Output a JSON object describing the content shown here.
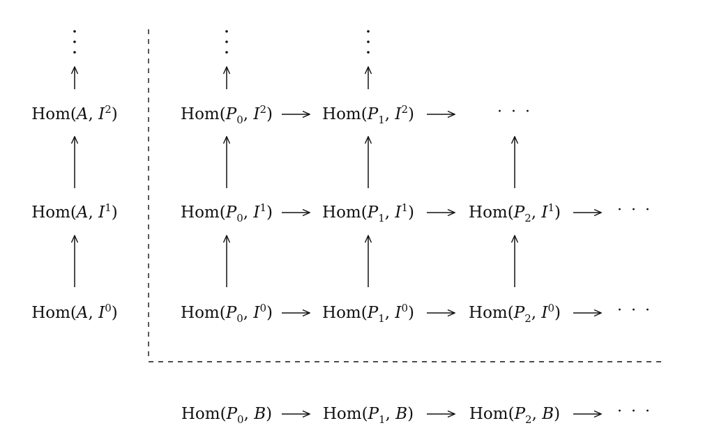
{
  "diagram": {
    "column_a": [
      {
        "row": 2,
        "label": [
          {
            "t": "Hom("
          },
          {
            "t": "A",
            "it": true
          },
          {
            "t": ", "
          },
          {
            "t": "I",
            "it": true
          },
          {
            "t": "2",
            "sup": true
          },
          {
            "t": ")"
          }
        ]
      },
      {
        "row": 1,
        "label": [
          {
            "t": "Hom("
          },
          {
            "t": "A",
            "it": true
          },
          {
            "t": ", "
          },
          {
            "t": "I",
            "it": true
          },
          {
            "t": "1",
            "sup": true
          },
          {
            "t": ")"
          }
        ]
      },
      {
        "row": 0,
        "label": [
          {
            "t": "Hom("
          },
          {
            "t": "A",
            "it": true
          },
          {
            "t": ", "
          },
          {
            "t": "I",
            "it": true
          },
          {
            "t": "0",
            "sup": true
          },
          {
            "t": ")"
          }
        ]
      }
    ],
    "grid_rows": [
      {
        "row": 2,
        "cells": [
          [
            {
              "t": "Hom("
            },
            {
              "t": "P",
              "it": true
            },
            {
              "t": "0",
              "sub": true
            },
            {
              "t": ", "
            },
            {
              "t": "I",
              "it": true
            },
            {
              "t": "2",
              "sup": true
            },
            {
              "t": ")"
            }
          ],
          [
            {
              "t": "Hom("
            },
            {
              "t": "P",
              "it": true
            },
            {
              "t": "1",
              "sub": true
            },
            {
              "t": ", "
            },
            {
              "t": "I",
              "it": true
            },
            {
              "t": "2",
              "sup": true
            },
            {
              "t": ")"
            }
          ]
        ],
        "trailing_dots": "· · ·"
      },
      {
        "row": 1,
        "cells": [
          [
            {
              "t": "Hom("
            },
            {
              "t": "P",
              "it": true
            },
            {
              "t": "0",
              "sub": true
            },
            {
              "t": ", "
            },
            {
              "t": "I",
              "it": true
            },
            {
              "t": "1",
              "sup": true
            },
            {
              "t": ")"
            }
          ],
          [
            {
              "t": "Hom("
            },
            {
              "t": "P",
              "it": true
            },
            {
              "t": "1",
              "sub": true
            },
            {
              "t": ", "
            },
            {
              "t": "I",
              "it": true
            },
            {
              "t": "1",
              "sup": true
            },
            {
              "t": ")"
            }
          ],
          [
            {
              "t": "Hom("
            },
            {
              "t": "P",
              "it": true
            },
            {
              "t": "2",
              "sub": true
            },
            {
              "t": ", "
            },
            {
              "t": "I",
              "it": true
            },
            {
              "t": "1",
              "sup": true
            },
            {
              "t": ")"
            }
          ]
        ],
        "trailing_dots": "· · ·"
      },
      {
        "row": 0,
        "cells": [
          [
            {
              "t": "Hom("
            },
            {
              "t": "P",
              "it": true
            },
            {
              "t": "0",
              "sub": true
            },
            {
              "t": ", "
            },
            {
              "t": "I",
              "it": true
            },
            {
              "t": "0",
              "sup": true
            },
            {
              "t": ")"
            }
          ],
          [
            {
              "t": "Hom("
            },
            {
              "t": "P",
              "it": true
            },
            {
              "t": "1",
              "sub": true
            },
            {
              "t": ", "
            },
            {
              "t": "I",
              "it": true
            },
            {
              "t": "0",
              "sup": true
            },
            {
              "t": ")"
            }
          ],
          [
            {
              "t": "Hom("
            },
            {
              "t": "P",
              "it": true
            },
            {
              "t": "2",
              "sub": true
            },
            {
              "t": ", "
            },
            {
              "t": "I",
              "it": true
            },
            {
              "t": "0",
              "sup": true
            },
            {
              "t": ")"
            }
          ]
        ],
        "trailing_dots": "· · ·"
      }
    ],
    "bottom_row": {
      "cells": [
        [
          {
            "t": "Hom("
          },
          {
            "t": "P",
            "it": true
          },
          {
            "t": "0",
            "sub": true
          },
          {
            "t": ", "
          },
          {
            "t": "B",
            "it": true
          },
          {
            "t": ")"
          }
        ],
        [
          {
            "t": "Hom("
          },
          {
            "t": "P",
            "it": true
          },
          {
            "t": "1",
            "sub": true
          },
          {
            "t": ", "
          },
          {
            "t": "B",
            "it": true
          },
          {
            "t": ")"
          }
        ],
        [
          {
            "t": "Hom("
          },
          {
            "t": "P",
            "it": true
          },
          {
            "t": "2",
            "sub": true
          },
          {
            "t": ", "
          },
          {
            "t": "B",
            "it": true
          },
          {
            "t": ")"
          }
        ]
      ],
      "trailing_dots": "· · ·"
    },
    "vertical_continuation": "⋮",
    "line_color": "#111111"
  }
}
